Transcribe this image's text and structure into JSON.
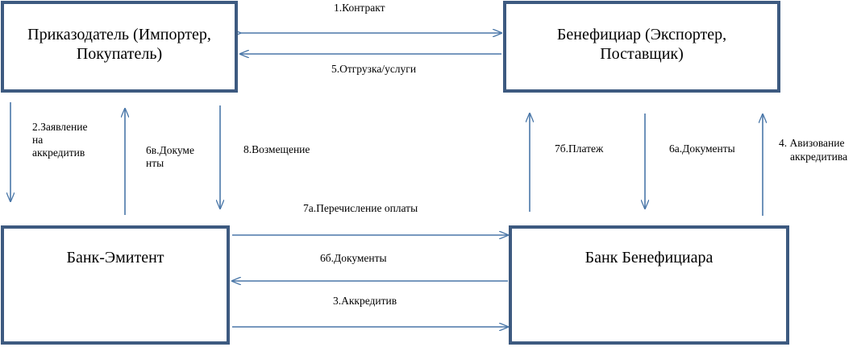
{
  "boxes": {
    "importer": "Приказодатель (Импортер, Покупатель)",
    "beneficiary": "Бенефициар (Экспортер, Поставщик)",
    "issuing_bank": "Банк-Эмитент",
    "beneficiary_bank": "Банк Бенефициара"
  },
  "labels": {
    "contract": "1.Контракт",
    "application_1": "2.Заявление",
    "application_2": "на",
    "application_3": "аккредитив",
    "letter_of_credit": "3.Аккредитив",
    "advising_1": "4. Авизование",
    "advising_2": "аккредитива",
    "shipment": "5.Отгрузка/услуги",
    "docs_6a": "6а.Документы",
    "docs_6b": "6б.Документы",
    "docs_6v_1": "6в.Докуме",
    "docs_6v_2": "нты",
    "payment_7a": "7а.Перечисление оплаты",
    "payment_7b": "7б.Платеж",
    "reimbursement": "8.Возмещение"
  },
  "colors": {
    "box_border": "#3d5a80",
    "arrow": "#4a77a8"
  }
}
